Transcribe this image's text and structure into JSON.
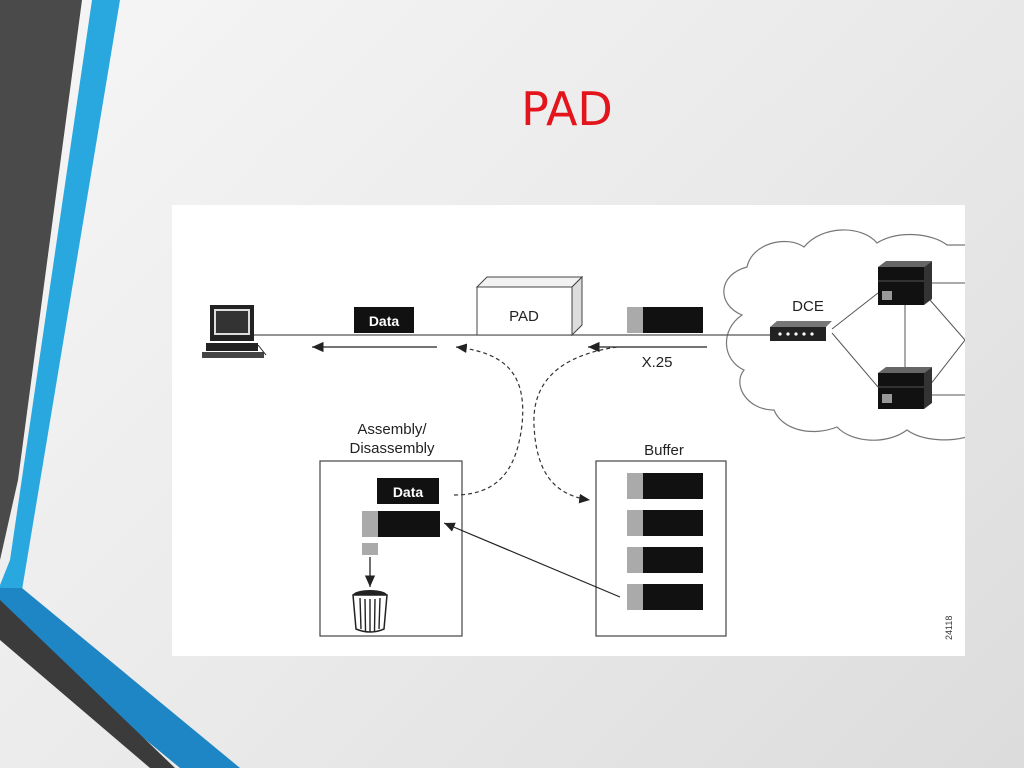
{
  "slide": {
    "title": "PAD"
  },
  "diagram": {
    "labels": {
      "data_line": "Data",
      "pad": "PAD",
      "dce": "DCE",
      "x25": "X.25",
      "assembly_line1": "Assembly/",
      "assembly_line2": "Disassembly",
      "assembly_data": "Data",
      "buffer": "Buffer",
      "figure_id": "24118"
    }
  },
  "colors": {
    "title": "#e3141b",
    "accent_blue": "#29a8e0",
    "accent_dark": "#4a4a4a"
  }
}
